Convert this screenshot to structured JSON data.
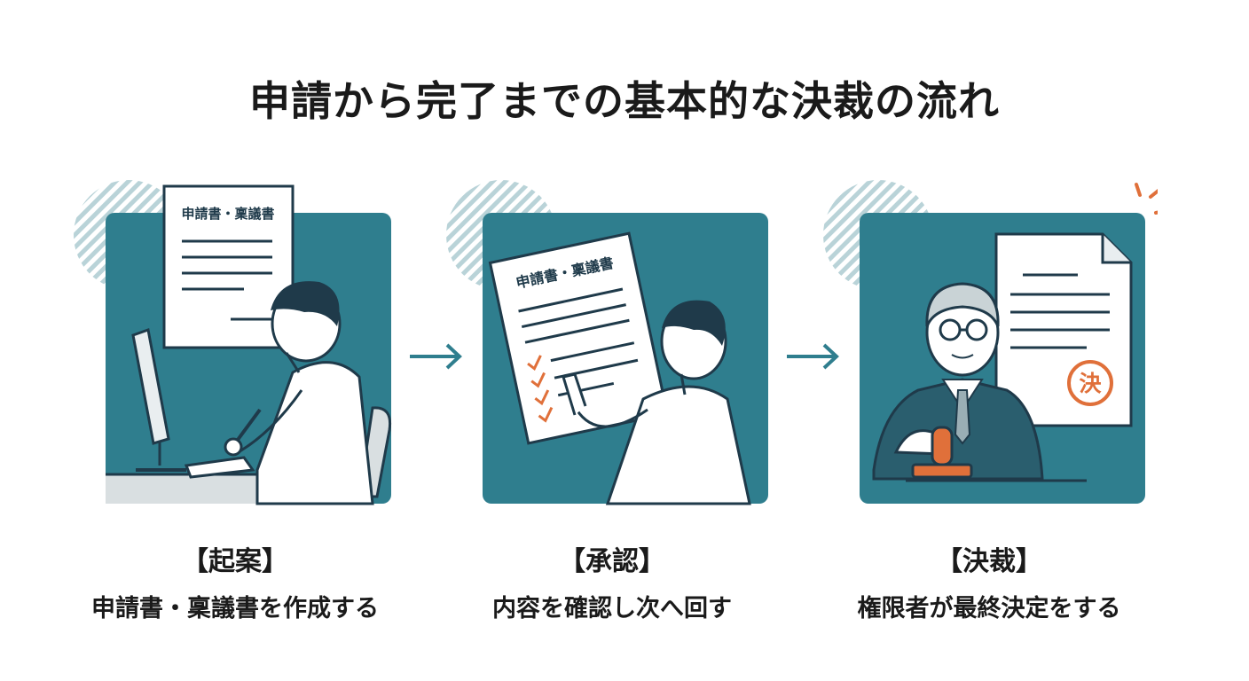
{
  "title": "申請から完了までの基本的な決裁の流れ",
  "steps": [
    {
      "title": "【起案】",
      "desc": "申請書・稟議書を作成する",
      "doc_label": "申請書・稟議書"
    },
    {
      "title": "【承認】",
      "desc": "内容を確認し次へ回す",
      "doc_label": "申請書・稟議書"
    },
    {
      "title": "【決裁】",
      "desc": "権限者が最終決定をする",
      "stamp_label": "決"
    }
  ],
  "colors": {
    "teal": "#2f7e8e",
    "dark": "#1f3a4a",
    "orange": "#e0703a",
    "hatch": "#b9d3d8"
  }
}
